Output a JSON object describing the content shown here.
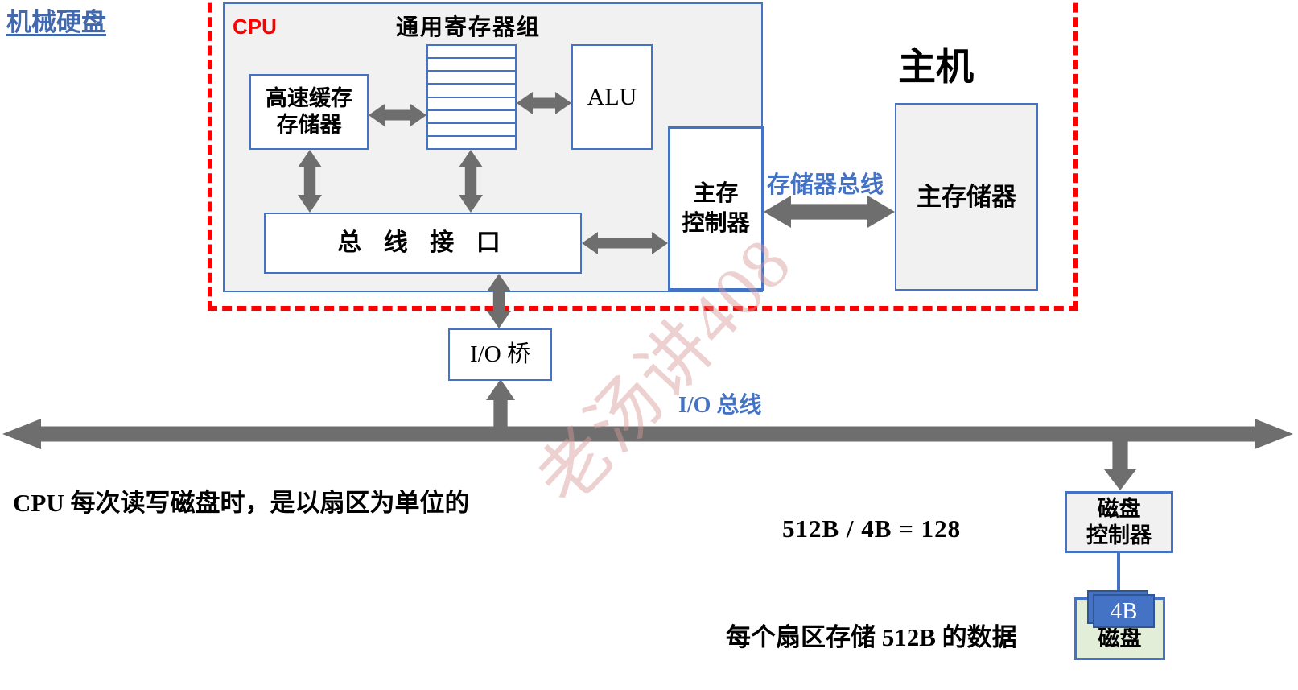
{
  "colors": {
    "accent": "#4472c4",
    "accent-dark": "#2f5597",
    "red": "#ff0000",
    "arrow": "#6e6e6e",
    "box-fill": "#f1f1f2",
    "disk-fill": "#e3eed9",
    "title-blue": "#4169ac",
    "label-blue": "#4472c4",
    "watermark-pink": "rgba(216,150,150,0.45)"
  },
  "header": {
    "title": "机械硬盘"
  },
  "watermark": {
    "text": "老汤讲408"
  },
  "host": {
    "label": "主机",
    "cpu": {
      "label": "CPU",
      "register_file_label": "通用寄存器组",
      "register_rows": 8,
      "cache_label": "高速缓存\n存储器",
      "alu_label": "ALU",
      "bus_interface_label": "总 线 接 口",
      "memory_controller_label": "主存\n控制器"
    },
    "memory_bus_label": "存储器总线",
    "main_memory_label": "主存储器"
  },
  "io": {
    "bridge_label": "I/O 桥",
    "bus_label": "I/O 总线"
  },
  "disk": {
    "controller_label": "磁盘\n控制器",
    "disk_label": "磁盘",
    "block_label": "4B"
  },
  "notes": {
    "sector_unit": "CPU 每次读写磁盘时，是以扇区为单位的",
    "calculation": "512B / 4B = 128",
    "sector_size": "每个扇区存储 512B 的数据"
  }
}
